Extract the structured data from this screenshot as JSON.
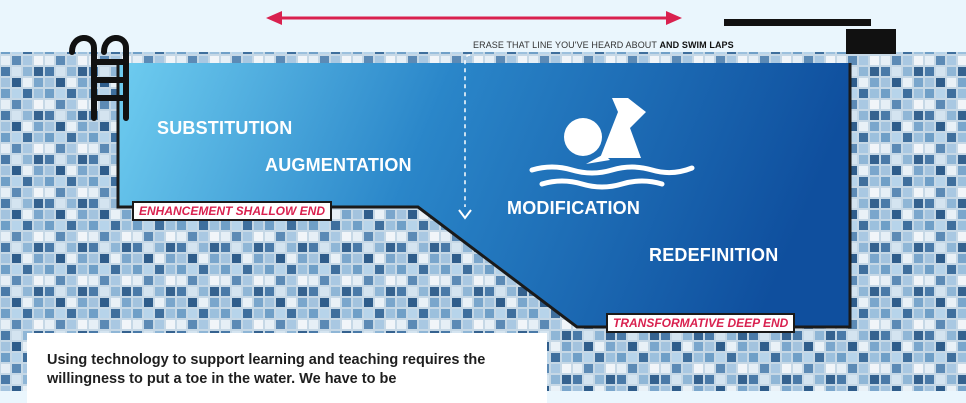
{
  "labels": {
    "substitution": "SUBSTITUTION",
    "augmentation": "AUGMENTATION",
    "modification": "MODIFICATION",
    "redefinition": "REDEFINITION"
  },
  "tags": {
    "shallow_end": "ENHANCEMENT SHALLOW END",
    "deep_end": "TRANSFORMATIVE DEEP END"
  },
  "note": {
    "prefix": "ERASE THAT LINE YOU'VE HEARD ABOUT ",
    "emphasis": "AND SWIM LAPS"
  },
  "caption": "Using technology to support learning and teaching requires the willingness to put a toe in the water. We have to be",
  "colors": {
    "arrow": "#d9214f",
    "water_shallow": "#63c4ea",
    "water_deep": "#0f4f9e",
    "tag_text": "#d9214f"
  },
  "icons": [
    "double-headed-arrow-icon",
    "pool-ladder-icon",
    "diving-board-icon",
    "swimmer-icon",
    "dashed-down-arrow-icon"
  ]
}
